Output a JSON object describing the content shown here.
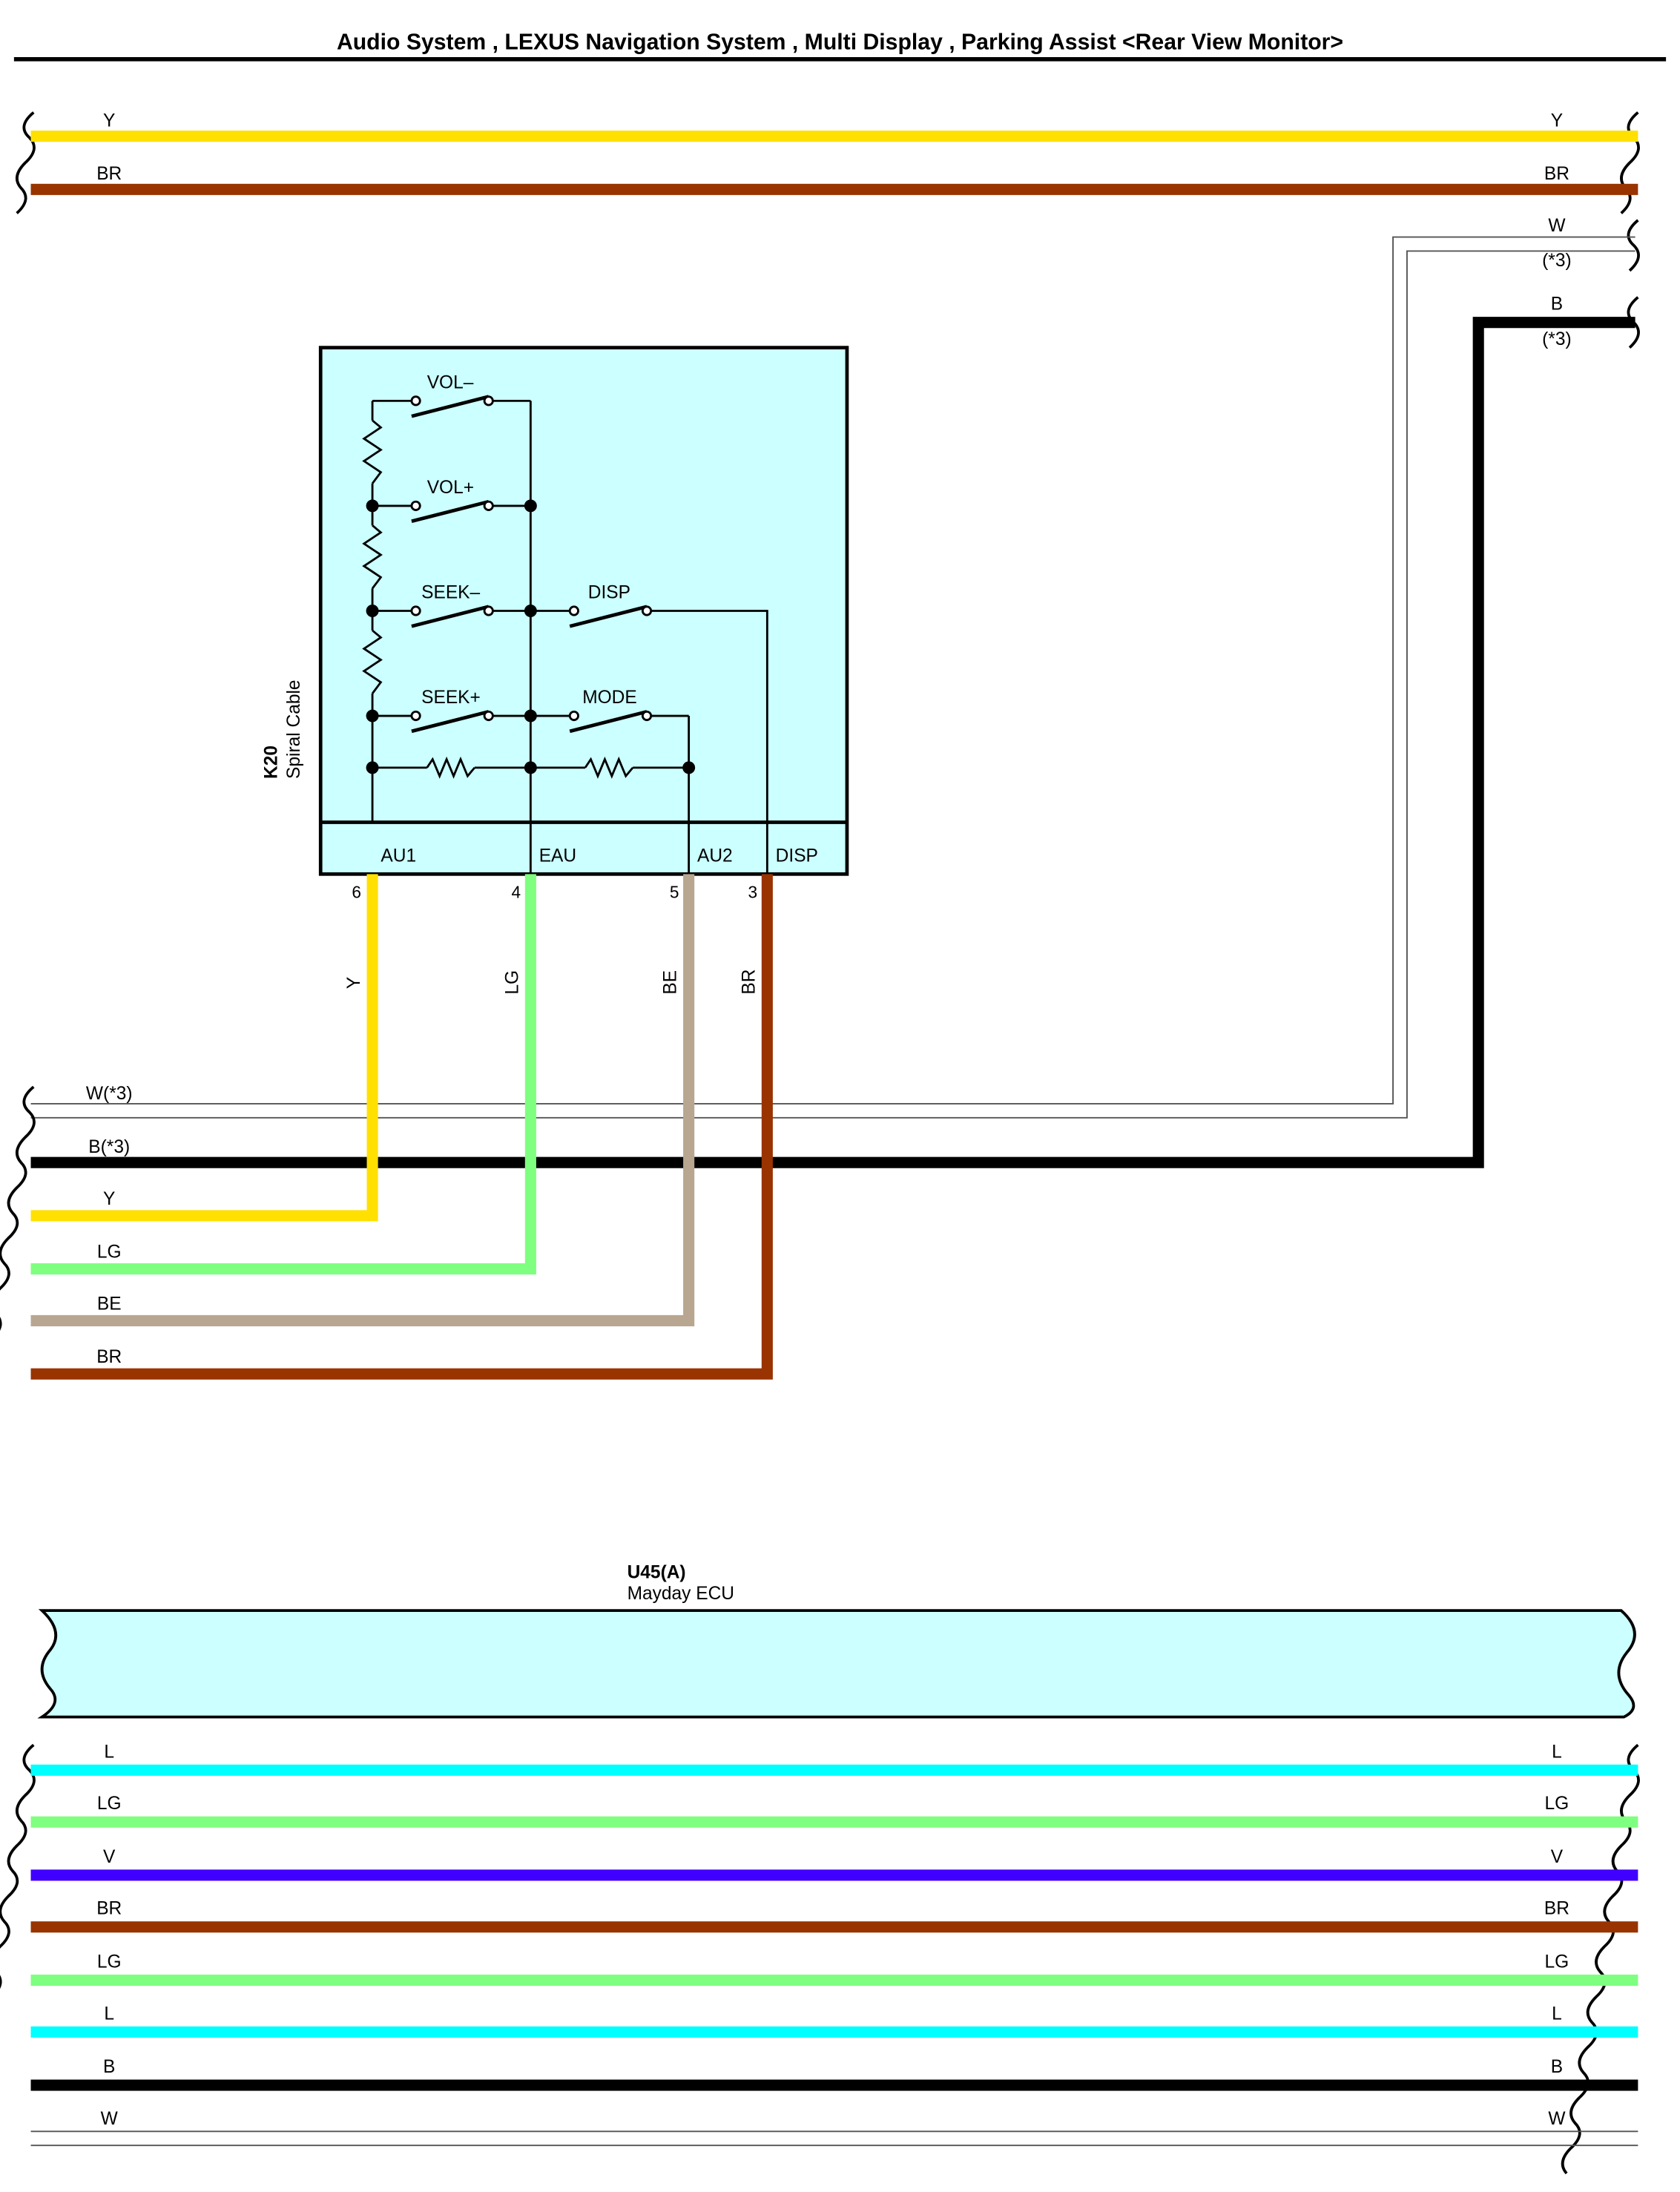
{
  "title": "Audio System , LEXUS Navigation System , Multi Display , Parking Assist <Rear View Monitor>",
  "colors": {
    "Y": "#ffe000",
    "BR": "#993300",
    "W": "#ffffff",
    "B": "#000000",
    "LG": "#7fff7f",
    "BE": "#b8a690",
    "L": "#00ffff",
    "V": "#4000ff",
    "component_fill": "#ccffff"
  },
  "top_harness": {
    "wires": [
      {
        "left": "Y",
        "right": "Y",
        "color": "Y"
      },
      {
        "left": "BR",
        "right": "BR",
        "color": "BR"
      }
    ],
    "right_only": [
      {
        "label": "W",
        "sub": "(*3)",
        "color": "W"
      },
      {
        "label": "B",
        "sub": "(*3)",
        "color": "B"
      }
    ]
  },
  "spiral_cable": {
    "code": "K20",
    "name": "Spiral Cable",
    "switches": [
      "VOL–",
      "VOL+",
      "SEEK–",
      "SEEK+",
      "DISP",
      "MODE"
    ],
    "terminals": [
      {
        "name": "AU1",
        "pin": "6",
        "wire": "Y"
      },
      {
        "name": "EAU",
        "pin": "4",
        "wire": "LG"
      },
      {
        "name": "AU2",
        "pin": "5",
        "wire": "BE"
      },
      {
        "name": "DISP",
        "pin": "3",
        "wire": "BR"
      }
    ]
  },
  "mid_harness": {
    "wires": [
      {
        "label": "W(*3)",
        "color": "W"
      },
      {
        "label": "B(*3)",
        "color": "B"
      },
      {
        "label": "Y",
        "color": "Y"
      },
      {
        "label": "LG",
        "color": "LG"
      },
      {
        "label": "BE",
        "color": "BE"
      },
      {
        "label": "BR",
        "color": "BR"
      }
    ]
  },
  "mayday_ecu": {
    "code": "U45(A)",
    "name": "Mayday ECU"
  },
  "bottom_harness": {
    "wires": [
      {
        "left": "L",
        "right": "L",
        "color": "L"
      },
      {
        "left": "LG",
        "right": "LG",
        "color": "LG"
      },
      {
        "left": "V",
        "right": "V",
        "color": "V"
      },
      {
        "left": "BR",
        "right": "BR",
        "color": "BR"
      },
      {
        "left": "LG",
        "right": "LG",
        "color": "LG"
      },
      {
        "left": "L",
        "right": "L",
        "color": "L"
      },
      {
        "left": "B",
        "right": "B",
        "color": "B"
      },
      {
        "left": "W",
        "right": "W",
        "color": "W"
      }
    ]
  }
}
